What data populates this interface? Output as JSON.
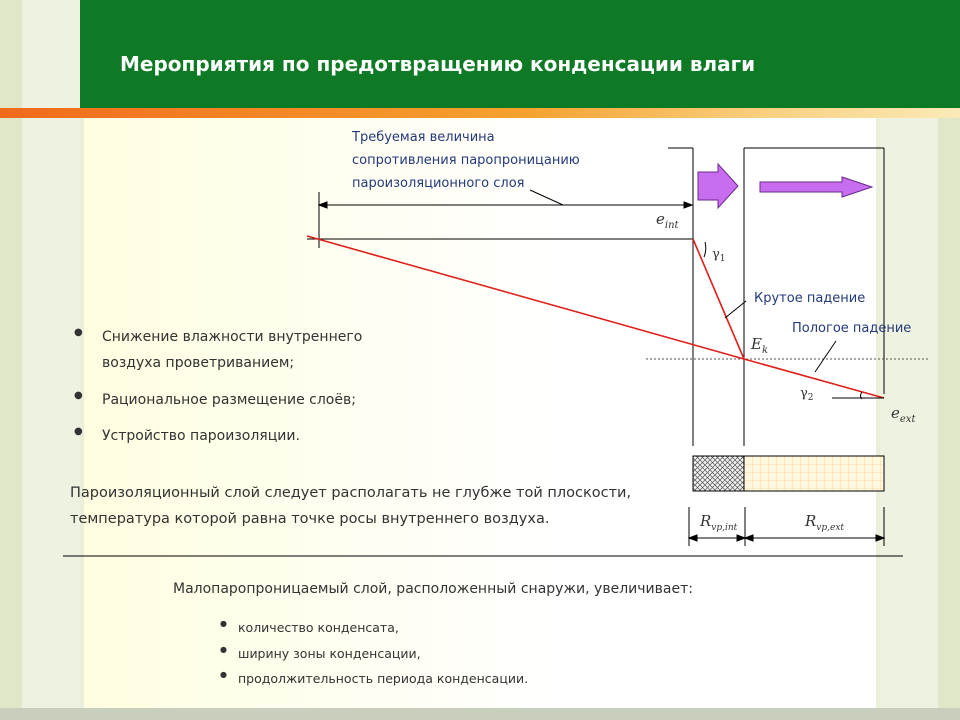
{
  "slide": {
    "title": "Мероприятия по предотвращению конденсации влаги"
  },
  "diagram": {
    "annotation_required": [
      "Требуемая величина",
      "сопротивления паропроницанию",
      "пароизоляционного слоя"
    ],
    "label_e_int": "e",
    "label_e_int_sub": "int",
    "label_gamma1": "γ",
    "label_gamma1_sub": "1",
    "label_steep": "Крутое падение",
    "label_gentle": "Пологое падение",
    "label_Ek": "E",
    "label_Ek_sub": "k",
    "label_gamma2": "γ",
    "label_gamma2_sub": "2",
    "label_e_ext": "e",
    "label_e_ext_sub": "ext",
    "label_R_int": "R",
    "label_R_int_sub": "vp,int",
    "label_R_ext": "R",
    "label_R_ext_sub": "vp,ext",
    "colors": {
      "line_red": "#e0201a",
      "arrow_violet": "#c86cf0",
      "annotation_blue": "#243a7a",
      "header_green": "#0f7a26"
    }
  },
  "bullets_main": [
    "Снижение влажности внутреннего",
    "воздуха проветриванием;",
    "Рациональное размещение слоёв;",
    "Устройство пароизоляции."
  ],
  "paragraph": [
    "Пароизоляционный слой следует располагать не глубже той плоскости,",
    "температура которой равна точке росы внутреннего воздуха."
  ],
  "lower_heading": "Малопаропроницаемый слой, расположенный снаружи, увеличивает:",
  "bullets_lower": [
    "количество конденсата,",
    "ширину зоны конденсации,",
    "продолжительность периода конденсации."
  ]
}
